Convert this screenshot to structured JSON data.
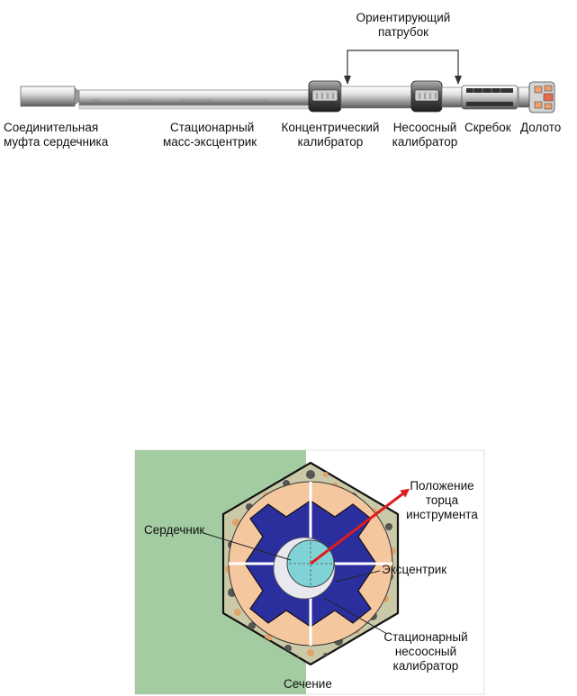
{
  "tool": {
    "orienting_sub": [
      "Ориентирующий",
      "патрубок"
    ],
    "core_coupling": [
      "Соединительная",
      "муфта сердечника"
    ],
    "stationary_eccentric": [
      "Стационарный",
      "масс-эксцентрик"
    ],
    "concentric_gauge": [
      "Концентрический",
      "калибратор"
    ],
    "eccentric_gauge": [
      "Несоосный",
      "калибратор"
    ],
    "scraper": "Скребок",
    "bit": "Долото"
  },
  "section": {
    "core": "Сердечник",
    "tool_face": [
      "Положение",
      "торца",
      "инструмента"
    ],
    "eccentric": "Эксцентрик",
    "stationary_gauge": [
      "Стационарный",
      "несоосный",
      "калибратор"
    ],
    "section_label": "Сечение"
  },
  "colors": {
    "green_bg": "#a4cca2",
    "rock": "#cacaa8",
    "dark_blue": "#2b2f9e",
    "peach": "#f5c79f",
    "cyan": "#7fd3d6",
    "arrow": "#e01c1c"
  }
}
